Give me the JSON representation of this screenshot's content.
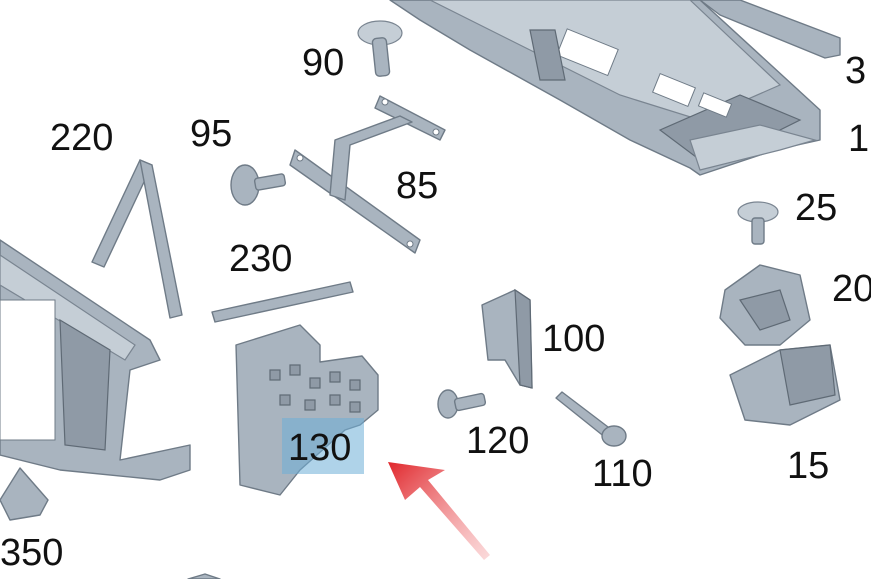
{
  "labels": {
    "p90": "90",
    "p3": "3",
    "p1": "1",
    "p220": "220",
    "p95": "95",
    "p85": "85",
    "p25": "25",
    "p230": "230",
    "p20": "20",
    "p100": "100",
    "p130": "130",
    "p120": "120",
    "p110": "110",
    "p15": "15",
    "p350": "350"
  },
  "colors": {
    "part_fill": "#a9b4bf",
    "highlight": "#6eafd7",
    "arrow": "#e0262b"
  }
}
